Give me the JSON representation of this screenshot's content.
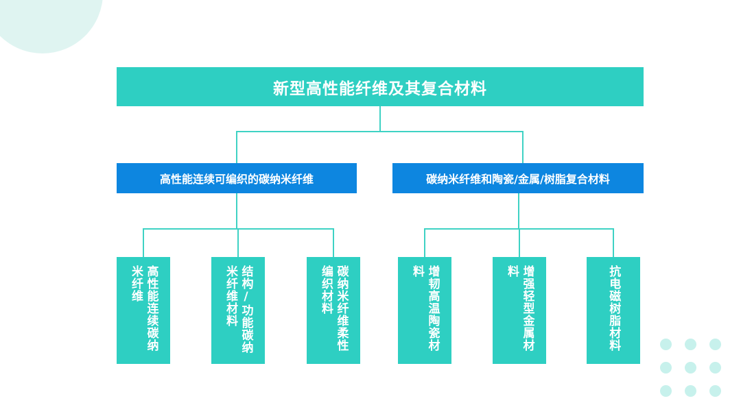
{
  "diagram": {
    "title": "新型高性能纤维及其复合材料",
    "branches": [
      {
        "label": "高性能连续可编织的碳纳米纤维"
      },
      {
        "label": "碳纳米纤维和陶瓷/金属/树脂复合材料"
      }
    ],
    "leaves": [
      {
        "label": "高性能连续碳纳米纤维"
      },
      {
        "label": "结构/功能碳纳米纤维材料"
      },
      {
        "label": "碳纳米纤维柔性编织材料"
      },
      {
        "label": "增韧高温陶瓷材料"
      },
      {
        "label": "增强轻型金属材料"
      },
      {
        "label": "抗电磁树脂材料"
      }
    ],
    "colors": {
      "title_box": "#2ecfc2",
      "branch_box": "#0d86e0",
      "leaf_box": "#2ecfc2",
      "connector": "#3ed2c4",
      "decor_circle": "#dff4f1",
      "decor_dots": "#c7f1ec",
      "text": "#ffffff",
      "background": "#ffffff"
    }
  }
}
